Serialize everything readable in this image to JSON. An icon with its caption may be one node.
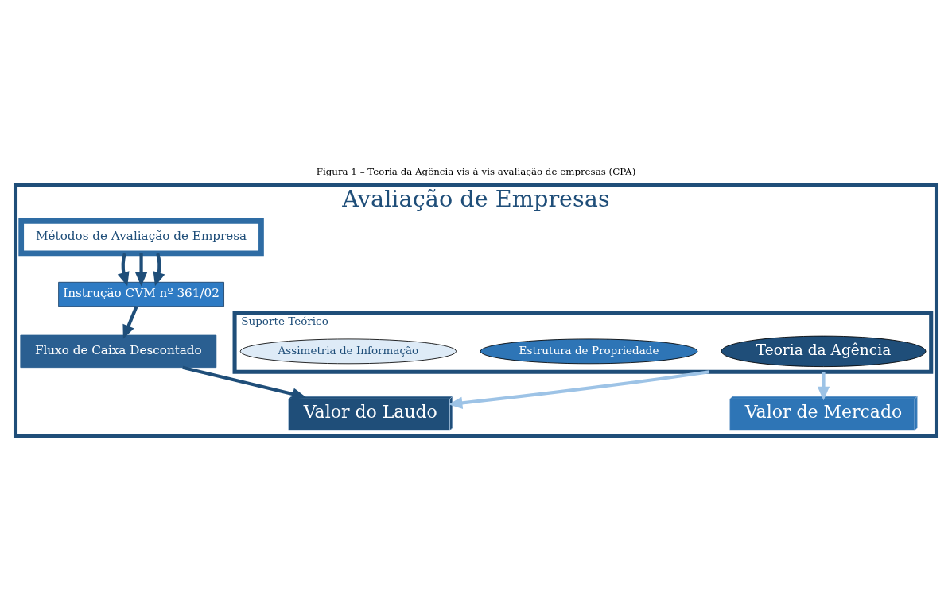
{
  "diagram": {
    "caption": "Figura 1 – Teoria da Agência vis-à-vis avaliação de empresas (CPA)",
    "nodes": [
      {
        "text": [
          "Avaliação de Empresas"
        ]
      },
      {
        "text": [
          "Suporte Teórico"
        ],
        "in": 0
      },
      {
        "text": [
          "Teoria da Agência"
        ],
        "in": 1
      },
      {
        "text": [
          "Estrutura de Propriedade"
        ],
        "in": 1
      },
      {
        "text": [
          "Assimetria de Informação"
        ],
        "in": 1
      },
      {
        "text": [
          "Métodos de Avaliação de Empresa"
        ],
        "in": 0
      },
      {
        "text": [
          "Instrução CVM nº 361/02"
        ],
        "in": 0
      },
      {
        "text": [
          "Fluxo de Caixa Descontado"
        ],
        "in": 0
      },
      {
        "text": [
          "Valor do Laudo"
        ],
        "in": 0
      },
      {
        "text": [
          "Valor de Mercado"
        ],
        "in": 0
      }
    ],
    "edges": [
      {
        "from": 5,
        "to": 6,
        "arrow": "to"
      },
      {
        "from": 5,
        "to": 6,
        "arrow": "to"
      },
      {
        "from": 5,
        "to": 6,
        "arrow": "to"
      },
      {
        "from": 6,
        "to": 7,
        "arrow": "to"
      },
      {
        "from": 7,
        "to": 8,
        "arrow": "to"
      },
      {
        "from": 1,
        "to": 8,
        "arrow": "to",
        "color": "#9dc3e6"
      },
      {
        "from": 1,
        "to": 9,
        "arrow": "to",
        "color": "#9dc3e6"
      }
    ]
  }
}
